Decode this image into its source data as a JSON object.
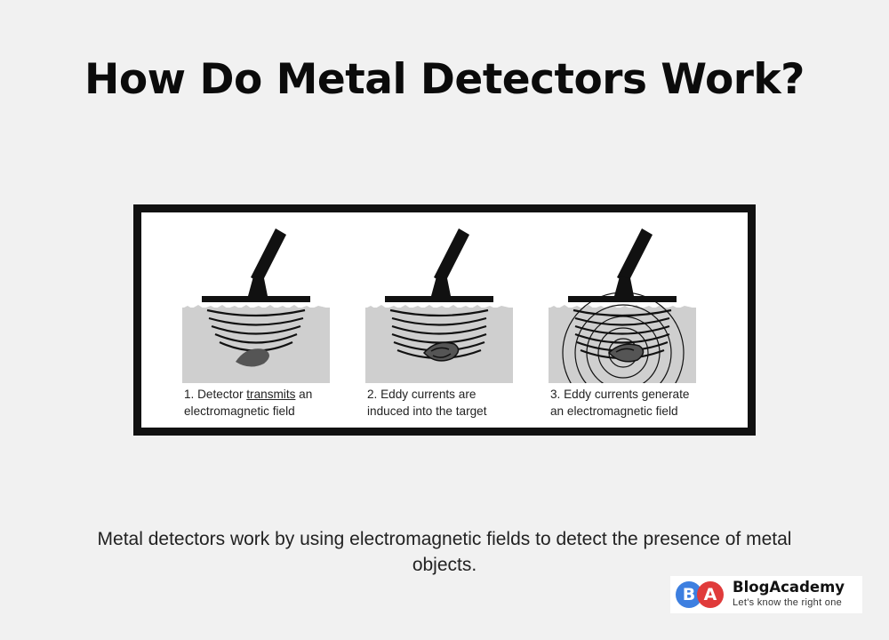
{
  "title": "How Do Metal Detectors Work?",
  "panels": [
    {
      "caption_pre": "1. Detector ",
      "caption_u": "transmits",
      "caption_post": " an",
      "caption_line2": "electromagnetic field"
    },
    {
      "caption_pre": "2. Eddy currents are",
      "caption_u": "",
      "caption_post": "",
      "caption_line2": "induced into the target"
    },
    {
      "caption_pre": "3. Eddy currents generate",
      "caption_u": "",
      "caption_post": "",
      "caption_line2": "an electromagnetic field"
    }
  ],
  "description": "Metal detectors work by using electromagnetic fields to detect the presence of metal objects.",
  "logo": {
    "letter1": "B",
    "letter2": "A",
    "brand": "BlogAcademy",
    "tagline": "Let's know the right one"
  },
  "colors": {
    "ground": "#cfcfcf",
    "ink": "#111111",
    "target": "#555555",
    "badge_blue": "#3d7fe0",
    "badge_red": "#e03b3b"
  }
}
